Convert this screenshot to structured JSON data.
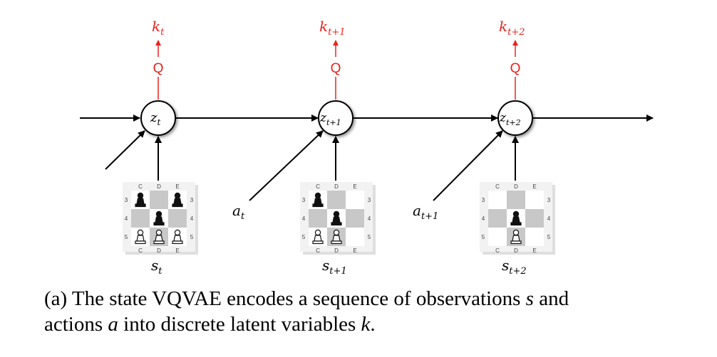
{
  "nodes": [
    {
      "latent": "z",
      "sub": "t",
      "code": "k",
      "code_sub": "t",
      "quantizer": "Q",
      "state": "s",
      "state_sub": "t"
    },
    {
      "latent": "z",
      "sub": "t+1",
      "code": "k",
      "code_sub": "t+1",
      "quantizer": "Q",
      "state": "s",
      "state_sub": "t+1"
    },
    {
      "latent": "z",
      "sub": "t+2",
      "code": "k",
      "code_sub": "t+2",
      "quantizer": "Q",
      "state": "s",
      "state_sub": "t+2"
    }
  ],
  "actions": [
    {
      "label": "a",
      "sub": "t"
    },
    {
      "label": "a",
      "sub": "t+1"
    }
  ],
  "board": {
    "columns": [
      "C",
      "D",
      "E"
    ],
    "rows": [
      "3",
      "4",
      "5"
    ]
  },
  "caption": {
    "prefix": "(a) The state VQVAE encodes a sequence of observations",
    "var1": "s",
    "mid1": "and",
    "line2_prefix": "actions",
    "var2": "a",
    "mid2": "into discrete latent variables",
    "var3": "k",
    "suffix": "."
  },
  "colors": {
    "quantizer": "#e8231d",
    "line": "#000000"
  }
}
